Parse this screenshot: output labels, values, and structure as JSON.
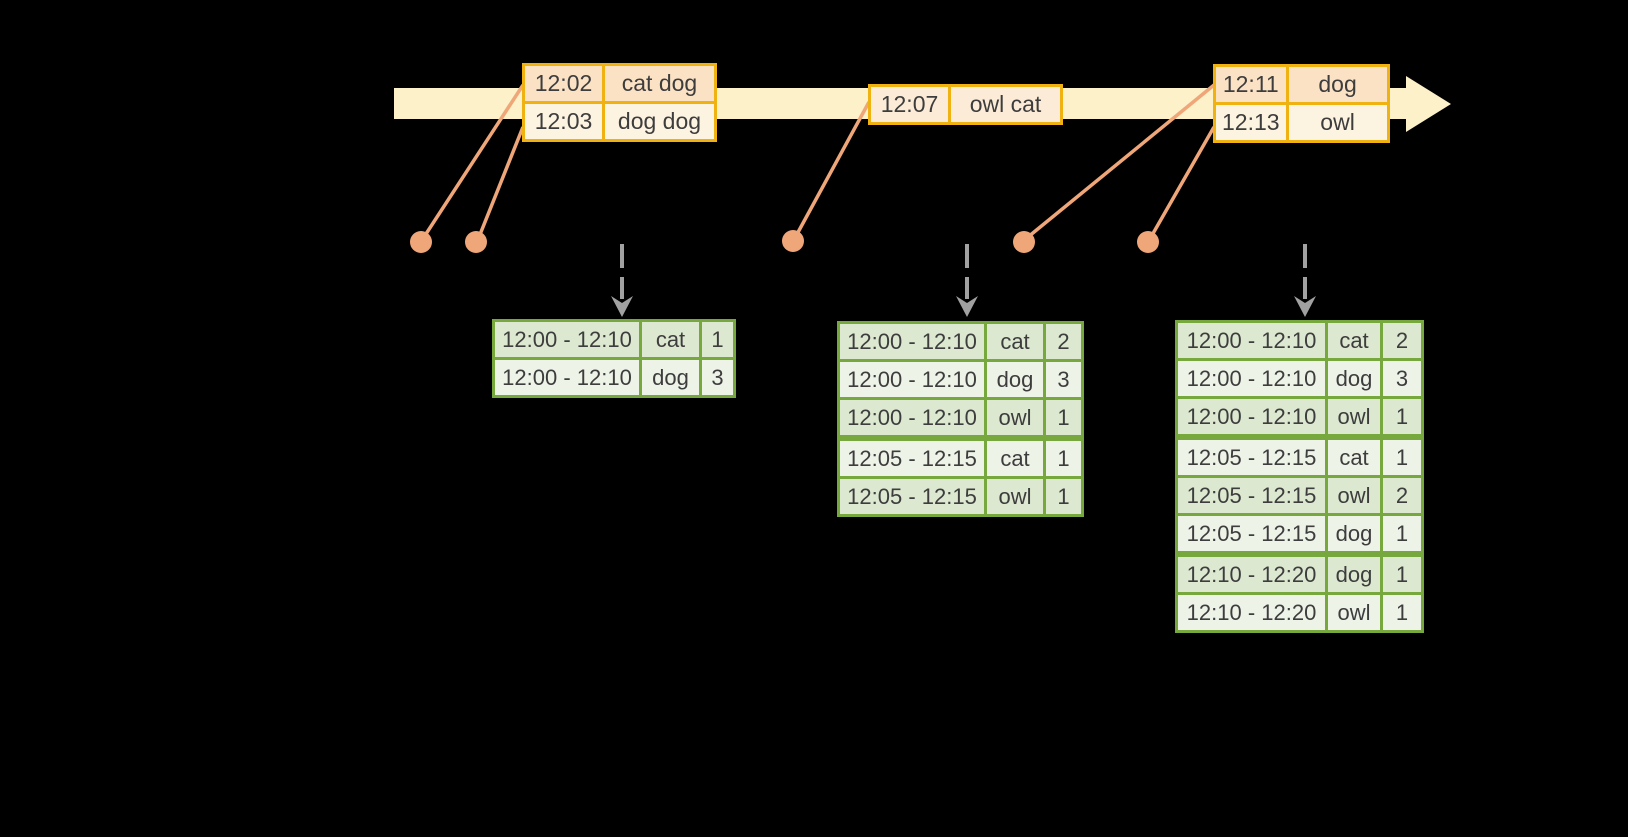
{
  "event_tables": [
    {
      "rows": [
        {
          "time": "12:02",
          "words": "cat dog"
        },
        {
          "time": "12:03",
          "words": "dog dog"
        }
      ]
    },
    {
      "rows": [
        {
          "time": "12:07",
          "words": "owl cat"
        }
      ]
    },
    {
      "rows": [
        {
          "time": "12:11",
          "words": "dog"
        },
        {
          "time": "12:13",
          "words": "owl"
        }
      ]
    }
  ],
  "result_tables": [
    {
      "rows": [
        {
          "window": "12:00 - 12:10",
          "word": "cat",
          "count": "1"
        },
        {
          "window": "12:00 - 12:10",
          "word": "dog",
          "count": "3"
        }
      ]
    },
    {
      "rows": [
        {
          "window": "12:00 - 12:10",
          "word": "cat",
          "count": "2"
        },
        {
          "window": "12:00 - 12:10",
          "word": "dog",
          "count": "3"
        },
        {
          "window": "12:00 - 12:10",
          "word": "owl",
          "count": "1"
        },
        {
          "window": "12:05 - 12:15",
          "word": "cat",
          "count": "1"
        },
        {
          "window": "12:05 - 12:15",
          "word": "owl",
          "count": "1"
        }
      ]
    },
    {
      "rows": [
        {
          "window": "12:00 - 12:10",
          "word": "cat",
          "count": "2"
        },
        {
          "window": "12:00 - 12:10",
          "word": "dog",
          "count": "3"
        },
        {
          "window": "12:00 - 12:10",
          "word": "owl",
          "count": "1"
        },
        {
          "window": "12:05 - 12:15",
          "word": "cat",
          "count": "1"
        },
        {
          "window": "12:05 - 12:15",
          "word": "owl",
          "count": "2"
        },
        {
          "window": "12:05 - 12:15",
          "word": "dog",
          "count": "1"
        },
        {
          "window": "12:10 - 12:20",
          "word": "dog",
          "count": "1"
        },
        {
          "window": "12:10 - 12:20",
          "word": "owl",
          "count": "1"
        }
      ]
    }
  ],
  "colors": {
    "background": "#000000",
    "timeline_band": "#fcf1c9",
    "event_border": "#efb211",
    "event_row_peach": "#fbe2c5",
    "event_row_cream": "#fdf3e1",
    "connector_orange": "#efa678",
    "trigger_gray": "#a1a1a1",
    "result_border": "#76a83e",
    "result_row_dark": "#dce8d0",
    "result_row_light": "#eef3e8",
    "text": "#3d3d3d"
  }
}
